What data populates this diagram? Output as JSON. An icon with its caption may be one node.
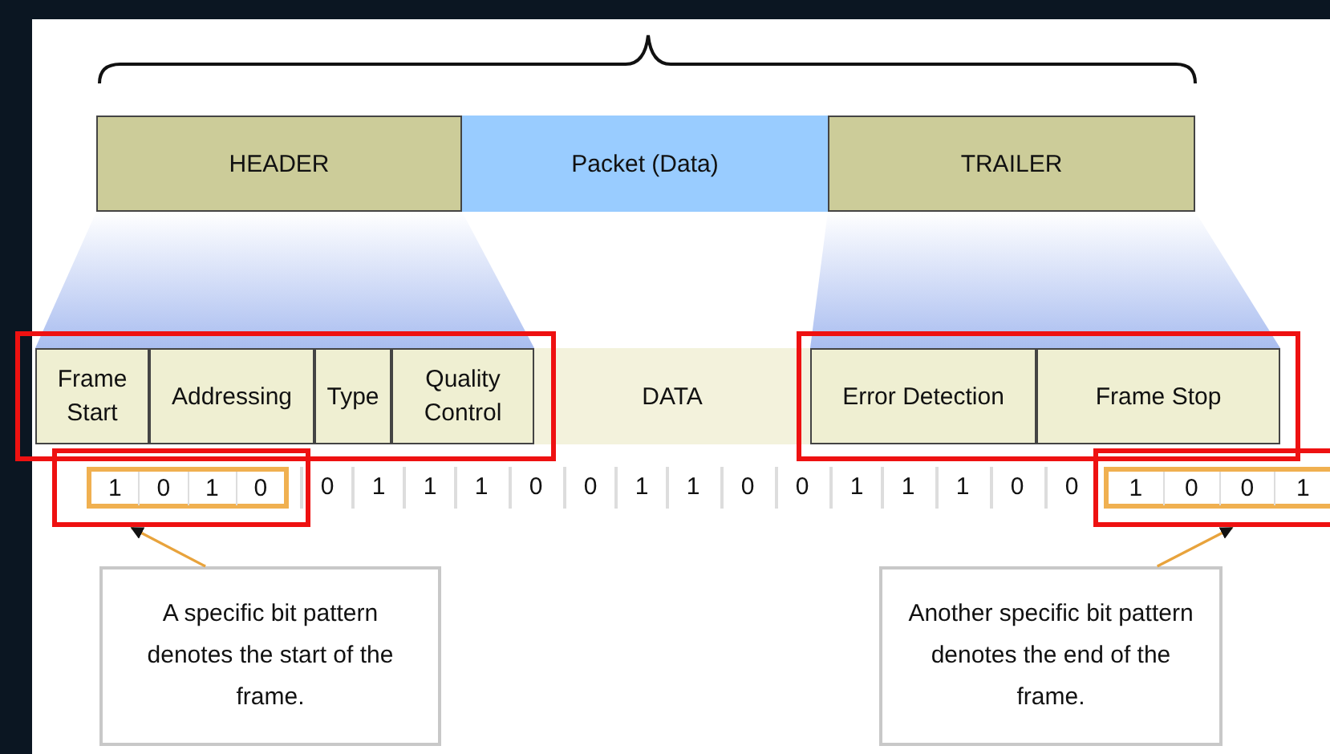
{
  "diagram": {
    "nodes": [
      {
        "text": [
          "HEADER"
        ]
      },
      {
        "text": [
          "Packet (Data)"
        ]
      },
      {
        "text": [
          "TRAILER"
        ]
      },
      {
        "text": [
          "Frame Start"
        ]
      },
      {
        "text": [
          "Addressing"
        ]
      },
      {
        "text": [
          "Type"
        ]
      },
      {
        "text": [
          "Quality Control"
        ]
      },
      {
        "text": [
          "DATA"
        ]
      },
      {
        "text": [
          "Error Detection"
        ]
      },
      {
        "text": [
          "Frame Stop"
        ]
      },
      {
        "text": [
          "1",
          "0",
          "1",
          "0"
        ]
      },
      {
        "text": [
          "1",
          "0",
          "0",
          "1"
        ]
      },
      {
        "text": [
          "A specific bit pattern denotes the start of the frame."
        ]
      },
      {
        "text": [
          "Another specific bit pattern denotes the end of the frame."
        ]
      }
    ],
    "edges": [
      {
        "from": 12,
        "to": 10,
        "arrow": "to"
      },
      {
        "from": 13,
        "to": 11,
        "arrow": "to"
      }
    ],
    "labels": [
      "0",
      "1",
      "1",
      "1",
      "0",
      "0",
      "1",
      "1",
      "0",
      "0",
      "1",
      "1",
      "1",
      "0",
      "0"
    ]
  }
}
